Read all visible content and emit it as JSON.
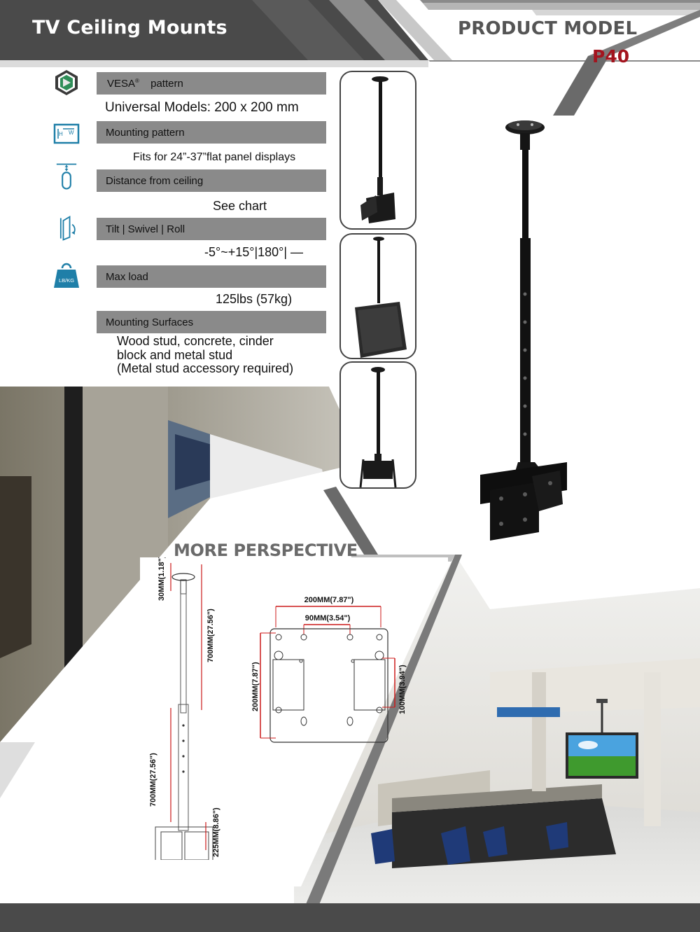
{
  "header": {
    "title": "TV Ceiling Mounts",
    "model_label": "PRODUCT MODEL",
    "model_code": "P40"
  },
  "specs": {
    "vesa": {
      "label": "VESA",
      "registered": "®",
      "label_suffix": "pattern",
      "value": "Universal Models: 200 x 200 mm",
      "icon": "vesa-badge-icon"
    },
    "mounting": {
      "label": "Mounting pattern",
      "value": "Fits for 24”-37”flat panel displays",
      "icon": "hw-dimensions-icon"
    },
    "distance": {
      "label": "Distance from ceiling",
      "value": "See chart",
      "icon": "ceiling-distance-icon"
    },
    "tilt": {
      "label": "Tilt | Swivel | Roll",
      "value": "-5°~+15°|180°| —",
      "icon": "tilt-swivel-icon"
    },
    "load": {
      "label": "Max load",
      "value": "125lbs (57kg)",
      "icon": "weight-icon",
      "icon_text": "LB/KG"
    },
    "surfaces": {
      "label": "Mounting Surfaces",
      "value_lines": [
        "Wood stud, concrete, cinder",
        "block and metal stud",
        "(Metal stud accessory required)"
      ]
    }
  },
  "perspective": {
    "title": "MORE PERSPECTIVE"
  },
  "diagram": {
    "pole": {
      "top_plate": "30MM(1.18\")",
      "upper_tube": "700MM(27.56\")",
      "lower_tube": "700MM(27.56\")",
      "bracket": "225MM(8.86\")"
    },
    "plate": {
      "outer_width": "200MM(7.87\")",
      "inner_width": "90MM(3.54\")",
      "outer_height": "200MM(7.87\")",
      "inner_height": "100MM(3.94\")"
    }
  },
  "colors": {
    "header_dark": "#4a4a4a",
    "header_stripe": "#9a9a9a",
    "accent_red": "#a3141e",
    "spec_bar": "#8a8a8a",
    "dimension_red": "#cc1a1a",
    "icon_blue": "#1f7fa8"
  }
}
